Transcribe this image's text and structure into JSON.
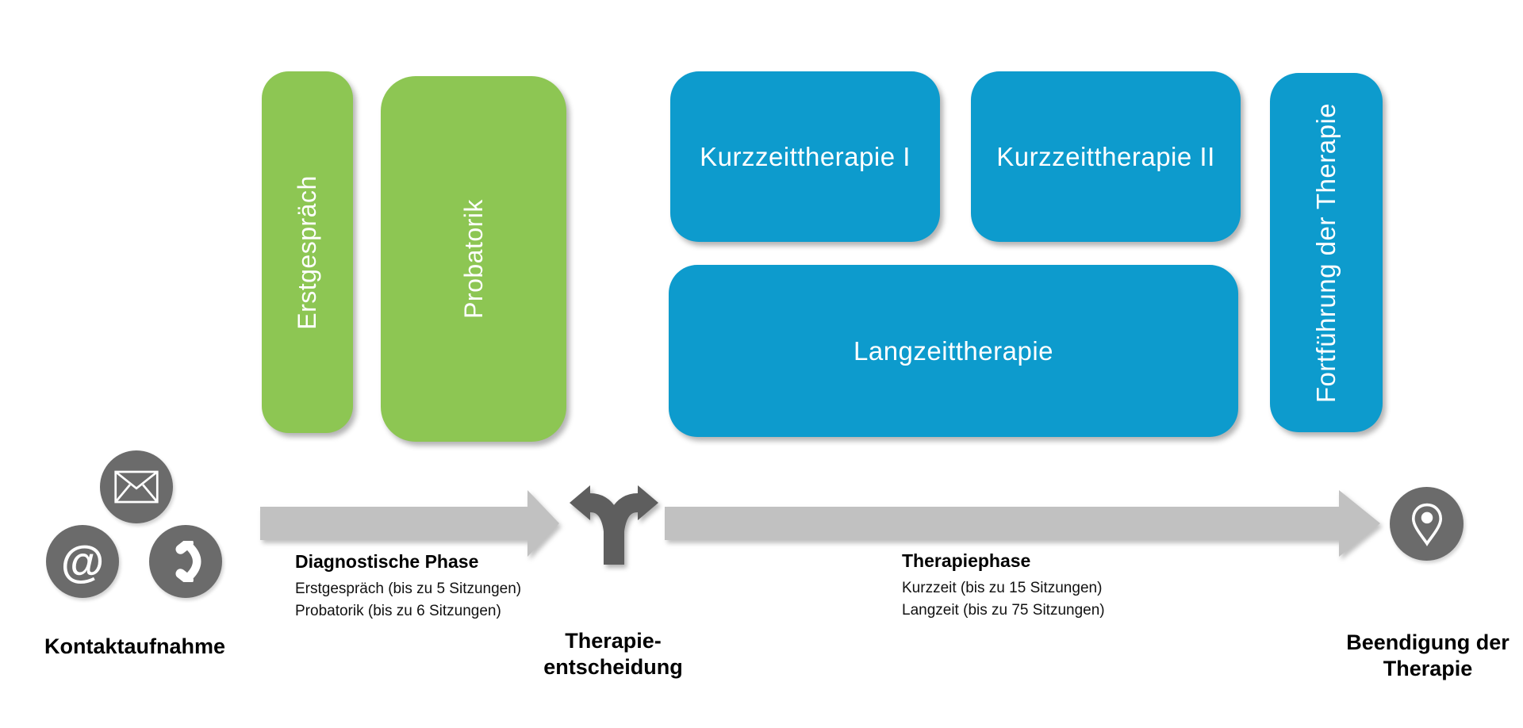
{
  "boxes": {
    "erstgespraech": "Erstgespräch",
    "probatorik": "Probatorik",
    "kurzzeittherapie_1": "Kurzzeittherapie I",
    "kurzzeittherapie_2": "Kurzzeittherapie II",
    "langzeittherapie": "Langzeittherapie",
    "fortfuehrung": "Fortführung der Therapie"
  },
  "phases": {
    "diagnostic": {
      "title": "Diagnostische Phase",
      "detail1": "Erstgespräch (bis zu 5 Sitzungen)",
      "detail2": "Probatorik (bis zu 6 Sitzungen)"
    },
    "therapy": {
      "title": "Therapiephase",
      "detail1": "Kurzzeit (bis zu 15 Sitzungen)",
      "detail2": "Langzeit (bis zu 75 Sitzungen)"
    }
  },
  "milestones": {
    "contact": {
      "label": "Kontaktaufnahme",
      "icons": [
        "envelope-icon",
        "at-icon",
        "phone-icon"
      ],
      "at_glyph": "@"
    },
    "decision": {
      "label_line1": "Therapie-",
      "label_line2": "entscheidung",
      "icon": "fork-arrows-icon"
    },
    "end": {
      "label_line1": "Beendigung der",
      "label_line2": "Therapie",
      "icon": "map-pin-icon"
    }
  },
  "colors": {
    "green": "#8dc653",
    "blue": "#0d9bcd",
    "icon_circle_gray": "#6b6b6b",
    "arrow_gray": "#c1c1c1",
    "fork_gray": "#5e5e5e",
    "box_text": "#ffffff",
    "text": "#000000"
  }
}
